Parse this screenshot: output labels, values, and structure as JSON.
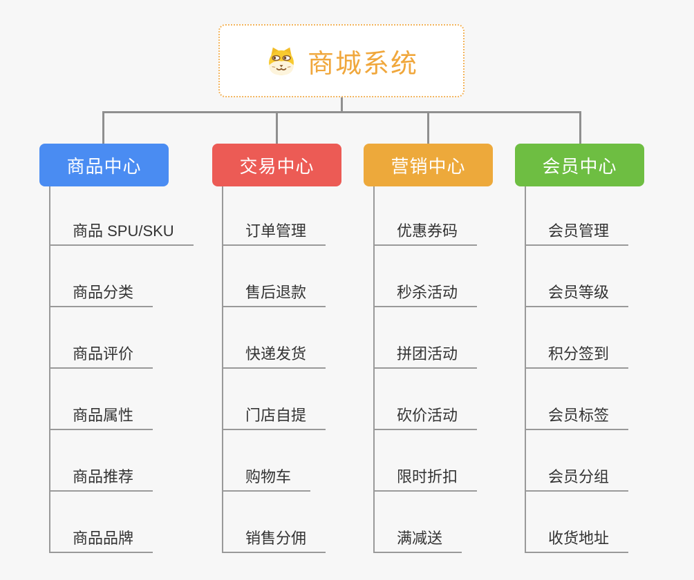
{
  "root": {
    "title": "商城系统",
    "icon": "dog-face-icon",
    "accent_color": "#f0a73c",
    "border_color": "#f3b35a"
  },
  "branches": [
    {
      "label": "商品中心",
      "color": "#4a8cf2",
      "items": [
        "商品 SPU/SKU",
        "商品分类",
        "商品评价",
        "商品属性",
        "商品推荐",
        "商品品牌"
      ]
    },
    {
      "label": "交易中心",
      "color": "#ec5b55",
      "items": [
        "订单管理",
        "售后退款",
        "快递发货",
        "门店自提",
        "购物车",
        "销售分佣"
      ]
    },
    {
      "label": "营销中心",
      "color": "#eda93b",
      "items": [
        "优惠券码",
        "秒杀活动",
        "拼团活动",
        "砍价活动",
        "限时折扣",
        "满减送"
      ]
    },
    {
      "label": "会员中心",
      "color": "#6ebe42",
      "items": [
        "会员管理",
        "会员等级",
        "积分签到",
        "会员标签",
        "会员分组",
        "收货地址"
      ]
    }
  ],
  "style": {
    "background": "#f7f7f7",
    "connector_color": "#8f8f8f",
    "underline_color": "#999999",
    "item_text_color": "#333333"
  }
}
